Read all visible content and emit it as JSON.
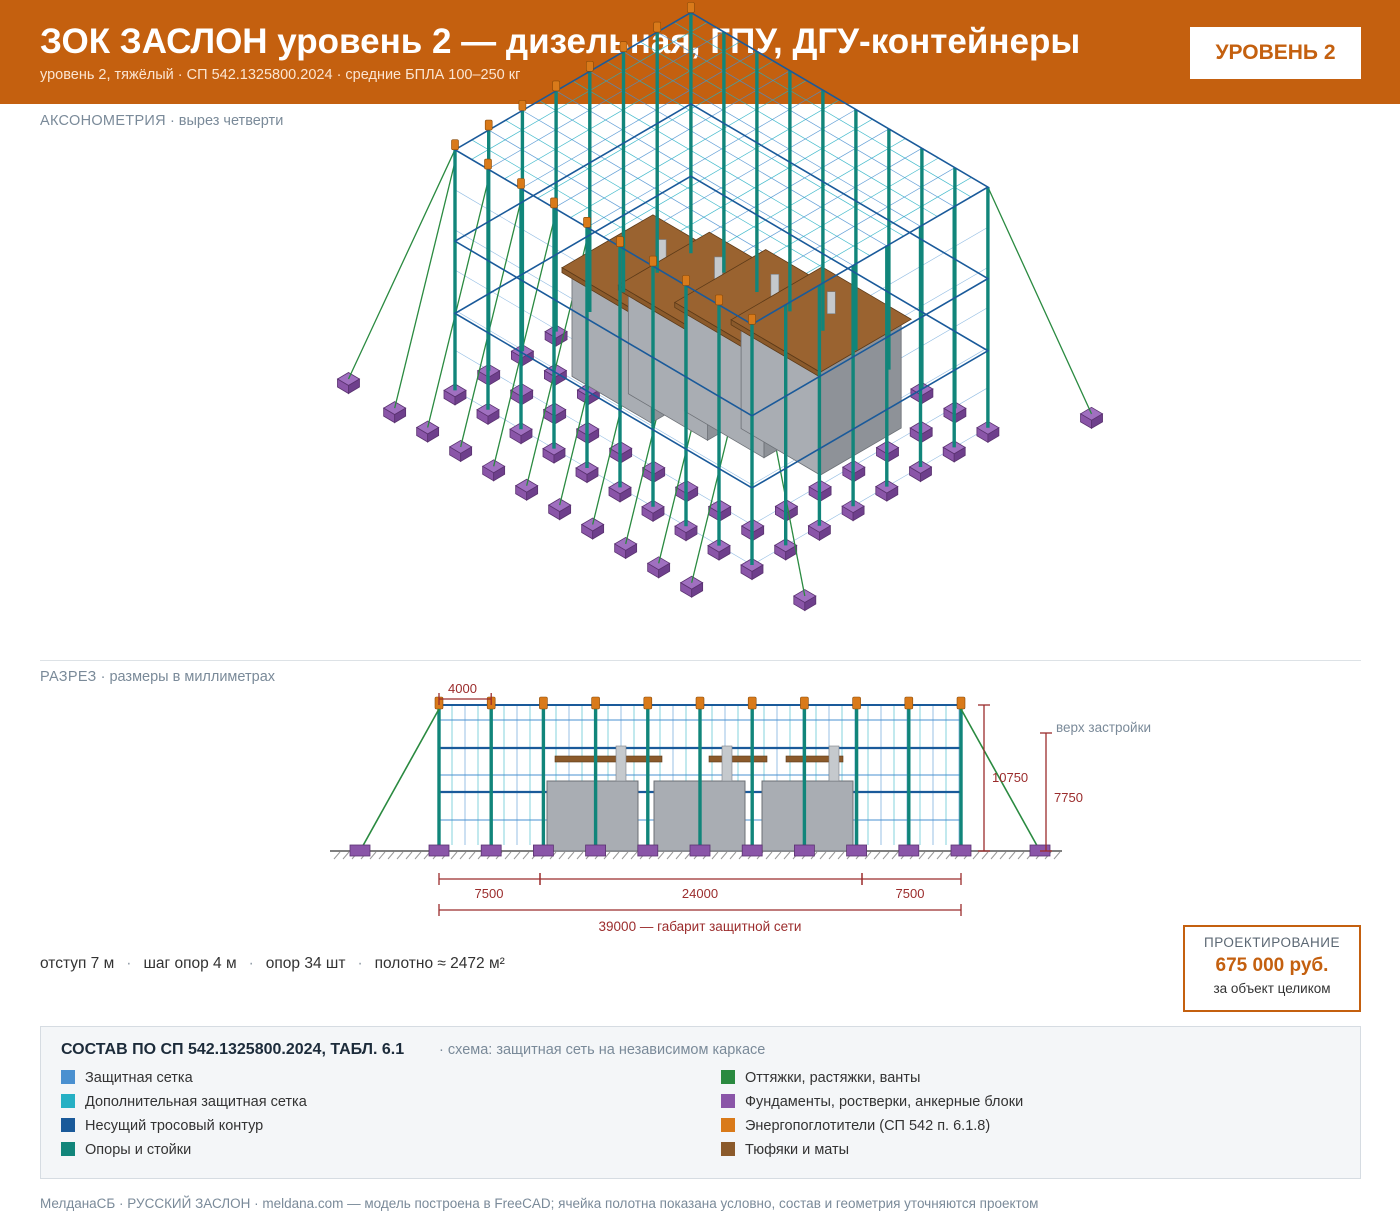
{
  "header": {
    "title": "ЗОК ЗАСЛОН уровень 2 — дизельная, ГПУ, ДГУ-контейнеры",
    "subtitle": "уровень 2, тяжёлый · СП 542.1325800.2024 · средние БПЛА 100–250 кг",
    "badge": "УРОВЕНЬ 2"
  },
  "axonometry": {
    "label": "АКСОНОМЕТРИЯ",
    "note": "· вырез четверти"
  },
  "section": {
    "label": "РАЗРЕЗ",
    "note": "· размеры в миллиметрах",
    "dim_pitch": "4000",
    "dim_total_height": "10750",
    "dim_top_height": "7750",
    "top_label": "верх застройки",
    "dim_left": "7500",
    "dim_middle": "24000",
    "dim_right": "7500",
    "dim_overall": "39000 — габарит защитной сети"
  },
  "stats": {
    "offset": "отступ 7 м",
    "pitch": "шаг опор 4 м",
    "supports": "опор 34 шт",
    "area": "полотно ≈ 2472 м²"
  },
  "price": {
    "label": "ПРОЕКТИРОВАНИЕ",
    "value": "675 000 руб.",
    "note": "за объект целиком"
  },
  "legend": {
    "title": "СОСТАВ ПО СП 542.1325800.2024, ТАБЛ. 6.1",
    "subtitle": "· схема: защитная сеть на независимом каркасе",
    "items": [
      {
        "label": "Защитная сетка",
        "color": "#4a90d0"
      },
      {
        "label": "Дополнительная защитная сетка",
        "color": "#26b0c4"
      },
      {
        "label": "Несущий тросовый контур",
        "color": "#1a5a9a"
      },
      {
        "label": "Опоры и стойки",
        "color": "#11857a"
      },
      {
        "label": "Оттяжки, растяжки, ванты",
        "color": "#2a8a40"
      },
      {
        "label": "Фундаменты, ростверки, анкерные блоки",
        "color": "#8a55a8"
      },
      {
        "label": "Энергопоглотители (СП 542 п. 6.1.8)",
        "color": "#d97a1a"
      },
      {
        "label": "Тюфяки и маты",
        "color": "#8b5a2b"
      }
    ]
  },
  "footer": "МелданаСБ · РУССКИЙ ЗАСЛОН · meldana.com — модель построена в FreeCAD; ячейка полотна показана условно, состав и геометрия уточняются проектом"
}
